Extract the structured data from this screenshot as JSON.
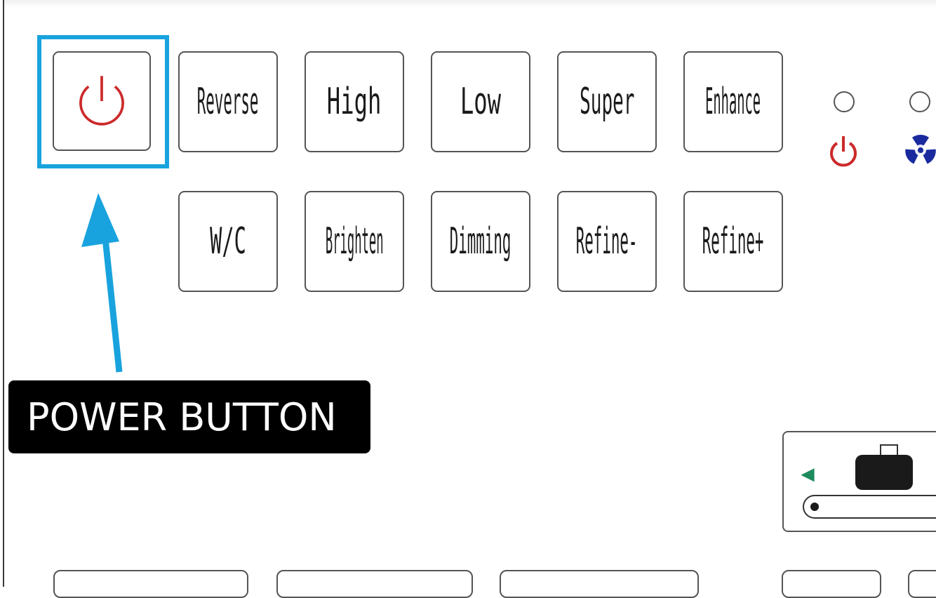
{
  "panel": {
    "row1_keys": [
      "Reverse",
      "High",
      "Low",
      "Super",
      "Enhance"
    ],
    "row2_keys": [
      "W/C",
      "Brighten",
      "Dimming",
      "Refine-",
      "Refine+"
    ]
  },
  "callout": {
    "label": "POWER BUTTON",
    "highlight_color": "#19a3de"
  },
  "icons": {
    "power_key": "power-icon",
    "power_indicator": "power-icon",
    "radiation_indicator": "radiation-icon",
    "conveyor": "conveyor-belt-icon",
    "direction": "left-triangle-icon"
  },
  "colors": {
    "power_red": "#cc2a2a",
    "radiation_blue": "#1a2a9e",
    "arrow_green": "#1e8a5e"
  }
}
